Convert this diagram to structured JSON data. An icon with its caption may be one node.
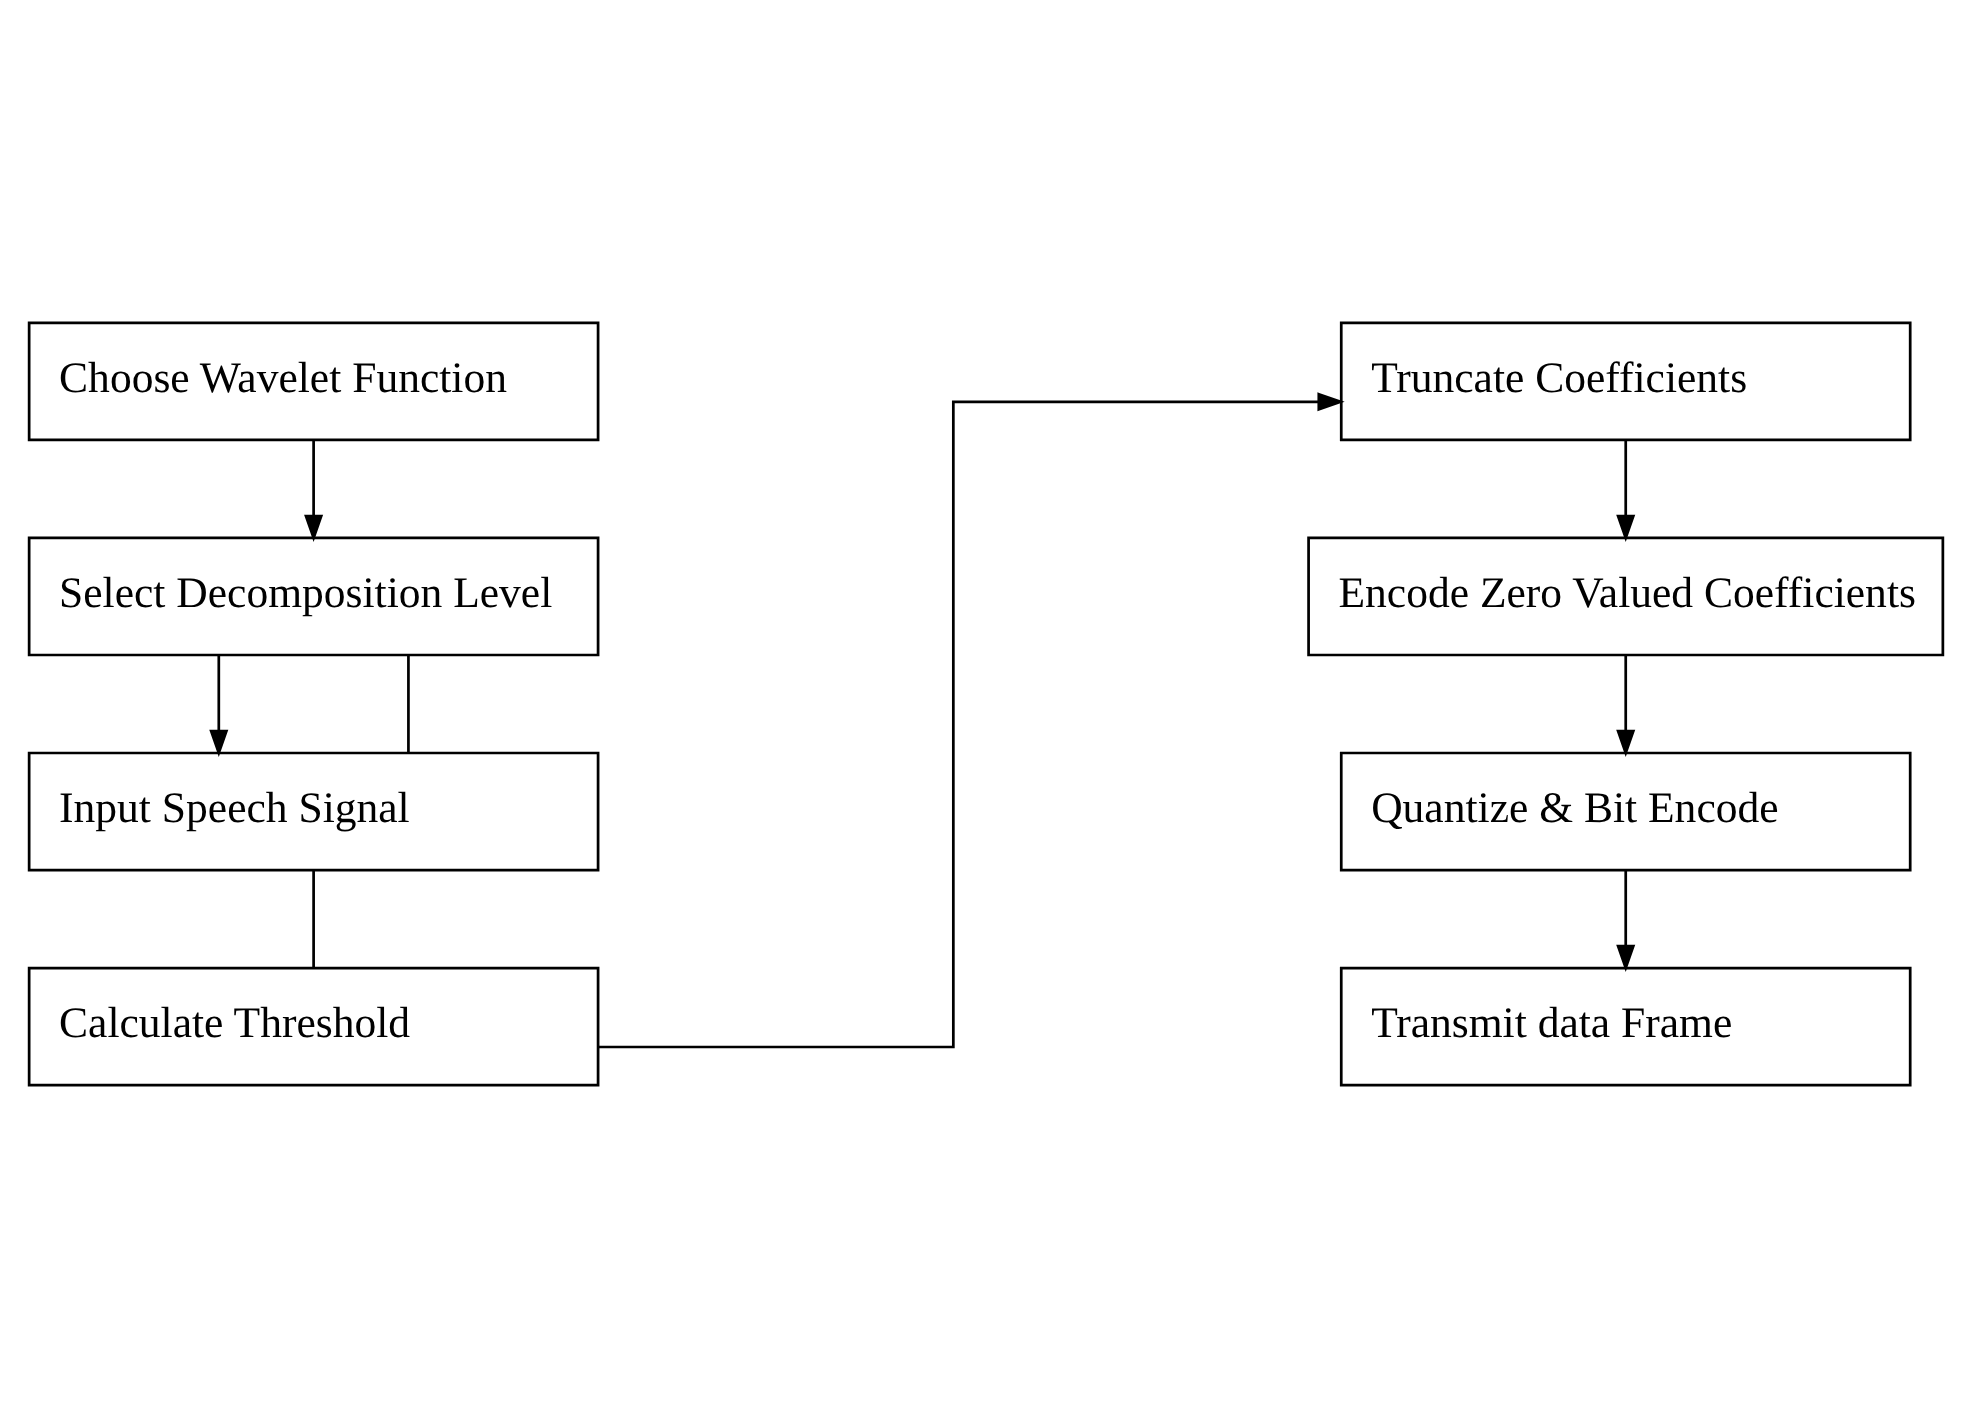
{
  "diagram": {
    "nodes": [
      {
        "text": [
          "Choose Wavelet Function"
        ]
      },
      {
        "text": [
          "Select Decomposition Level"
        ]
      },
      {
        "text": [
          "Input Speech Signal"
        ]
      },
      {
        "text": [
          "Calculate Threshold"
        ]
      },
      {
        "text": [
          "Truncate Coefficients"
        ]
      },
      {
        "text": [
          "Encode Zero Valued Coefficients"
        ]
      },
      {
        "text": [
          "Quantize & Bit Encode"
        ]
      },
      {
        "text": [
          "Transmit data Frame"
        ]
      }
    ],
    "edges": [
      {
        "from": 0,
        "to": 1,
        "arrow": "to"
      },
      {
        "from": 1,
        "to": 2,
        "arrow": "to"
      },
      {
        "from": 1,
        "to": 2,
        "arrow": "none"
      },
      {
        "from": 2,
        "to": 3,
        "arrow": "none"
      },
      {
        "from": 3,
        "to": 4,
        "arrow": "to"
      },
      {
        "from": 4,
        "to": 5,
        "arrow": "to"
      },
      {
        "from": 5,
        "to": 6,
        "arrow": "to"
      },
      {
        "from": 6,
        "to": 7,
        "arrow": "to"
      }
    ]
  }
}
